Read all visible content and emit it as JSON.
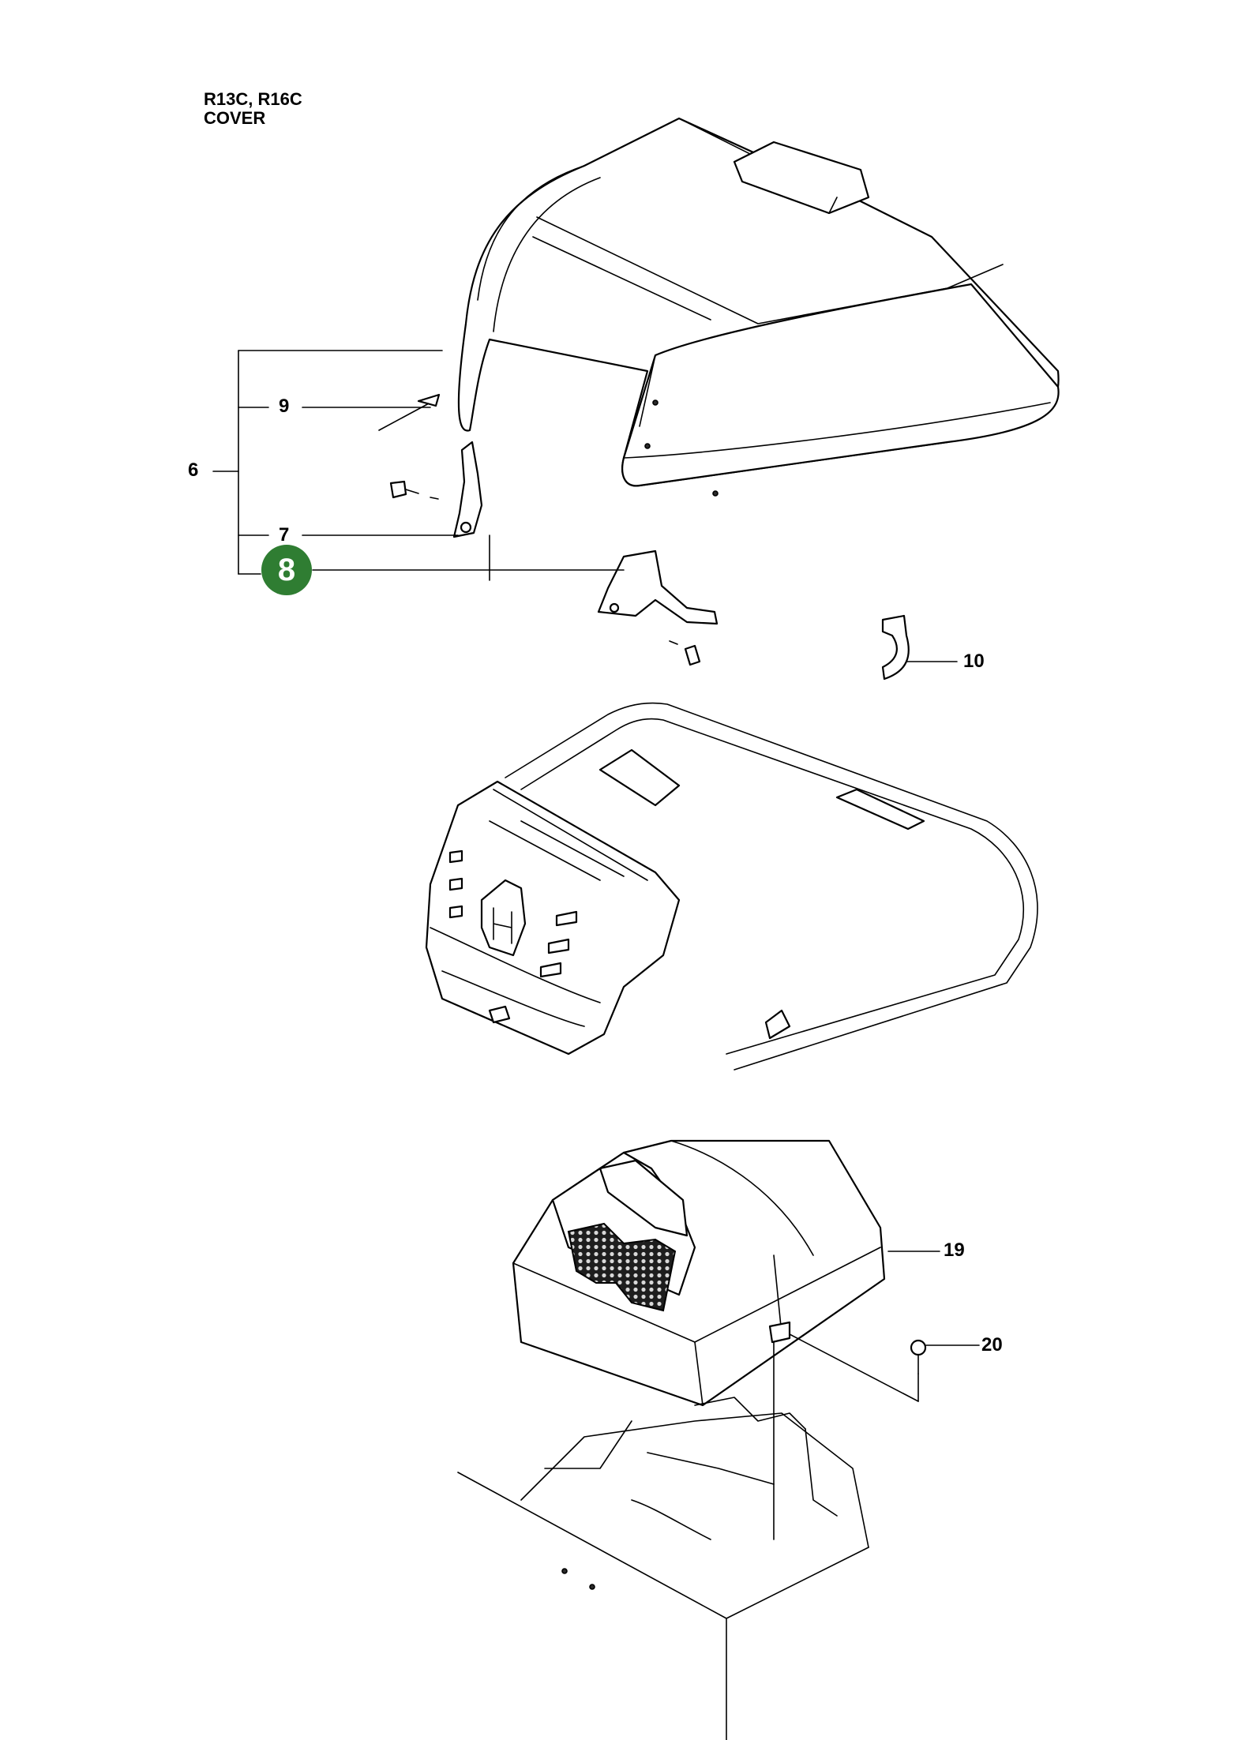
{
  "header": {
    "models": "R13C, R16C",
    "section": "COVER"
  },
  "labels": {
    "p6": "6",
    "p7": "7",
    "p8": "8",
    "p9": "9",
    "p10": "10",
    "p19": "19",
    "p20": "20"
  },
  "colors": {
    "callout": "#2f7d32",
    "line": "#000000",
    "background": "#ffffff"
  }
}
